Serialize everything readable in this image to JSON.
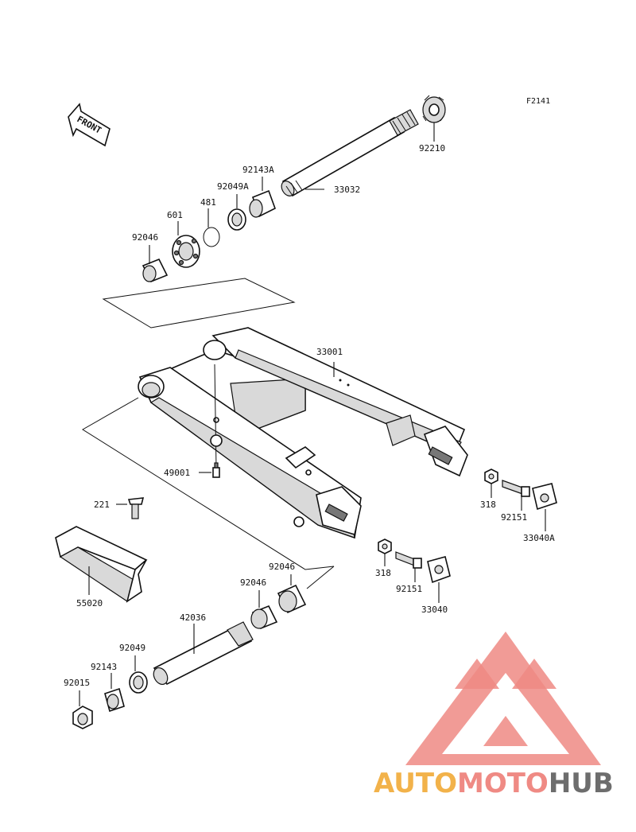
{
  "figure_code": "F2141",
  "front_label": "FRONT",
  "watermark": {
    "part1": "AUTO",
    "part2": "MOTO",
    "part3": "HUB",
    "color_light": "#f2b24a",
    "color_red": "#ef8a84",
    "color_grey": "#6d6d6d"
  },
  "parts": [
    {
      "id": "p92210",
      "number": "92210"
    },
    {
      "id": "p33032",
      "number": "33032"
    },
    {
      "id": "p92143A",
      "number": "92143A"
    },
    {
      "id": "p92049A",
      "number": "92049A"
    },
    {
      "id": "p481",
      "number": "481"
    },
    {
      "id": "p601",
      "number": "601"
    },
    {
      "id": "p92046a",
      "number": "92046"
    },
    {
      "id": "p33001",
      "number": "33001"
    },
    {
      "id": "p49001",
      "number": "49001"
    },
    {
      "id": "p221",
      "number": "221"
    },
    {
      "id": "p55020",
      "number": "55020"
    },
    {
      "id": "p318a",
      "number": "318"
    },
    {
      "id": "p92151a",
      "number": "92151"
    },
    {
      "id": "p33040A",
      "number": "33040A"
    },
    {
      "id": "p318b",
      "number": "318"
    },
    {
      "id": "p92151b",
      "number": "92151"
    },
    {
      "id": "p33040",
      "number": "33040"
    },
    {
      "id": "p92046b",
      "number": "92046"
    },
    {
      "id": "p92046c",
      "number": "92046"
    },
    {
      "id": "p42036",
      "number": "42036"
    },
    {
      "id": "p92049",
      "number": "92049"
    },
    {
      "id": "p92143",
      "number": "92143"
    },
    {
      "id": "p92015",
      "number": "92015"
    }
  ]
}
